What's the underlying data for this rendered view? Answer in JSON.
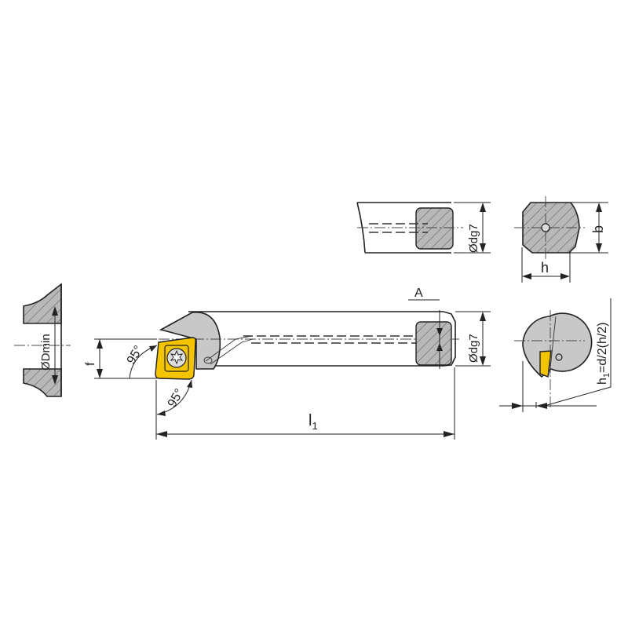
{
  "labels": {
    "d_min": "ØDmin",
    "f": "f",
    "angle_top": "95°",
    "angle_bottom": "95°",
    "length": "l",
    "length_sub": "1",
    "a": "A",
    "dg7_main": "Ødg7",
    "dg7_side": "Ødg7",
    "b": "b",
    "h": "h",
    "h1_formula": "h",
    "h1_sub": "1",
    "h1_rest": "=d/2(h/2)"
  },
  "colors": {
    "insert": "#f5c400",
    "body": "#c8c8c8",
    "line": "#222222"
  }
}
